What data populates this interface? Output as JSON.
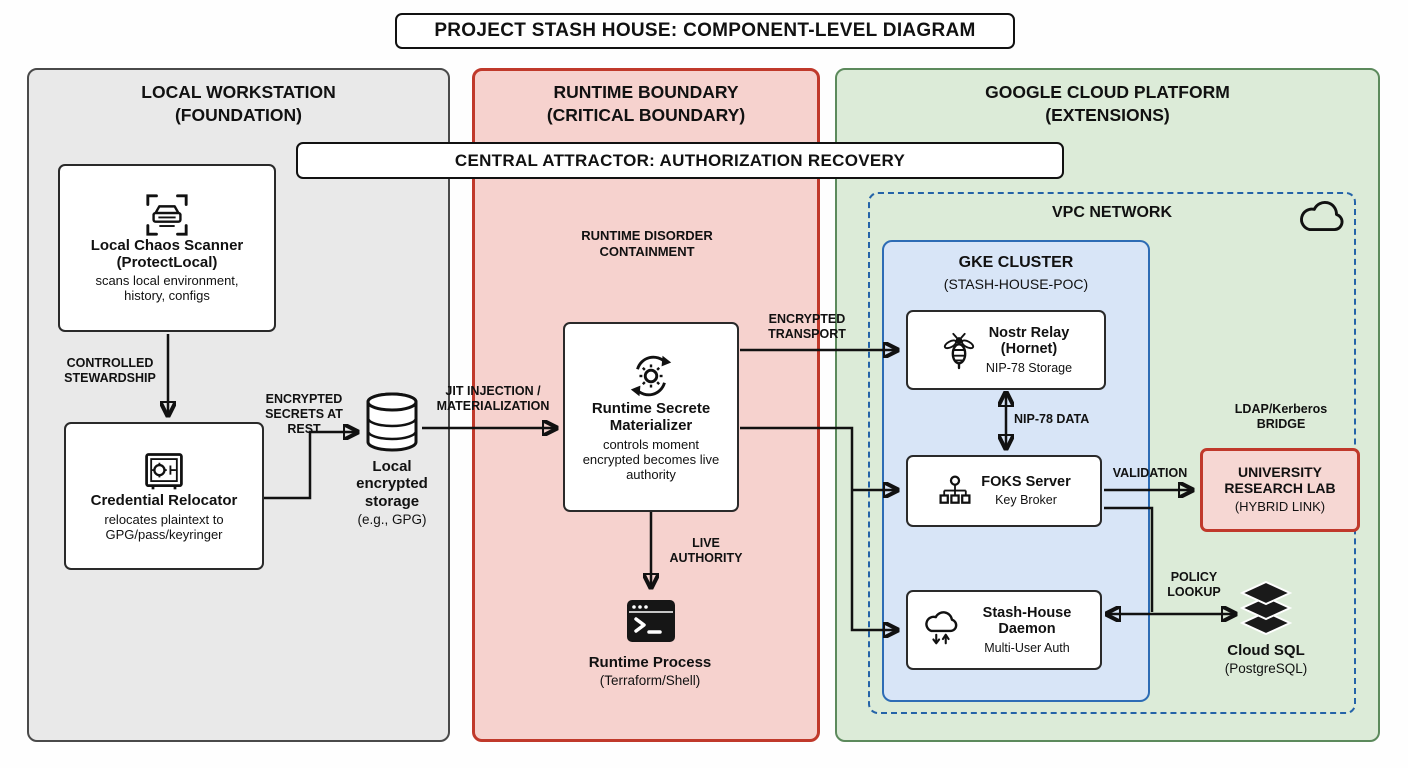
{
  "title": "PROJECT STASH HOUSE: COMPONENT-LEVEL DIAGRAM",
  "banner": "CENTRAL ATTRACTOR: AUTHORIZATION RECOVERY",
  "local": {
    "heading": "LOCAL WORKSTATION",
    "heading2": "(FOUNDATION)",
    "scanner_title": "Local Chaos Scanner",
    "scanner_title2": "(ProtectLocal)",
    "scanner_desc": "scans local environment, history, configs",
    "stewardship_label": "CONTROLLED STEWARDSHIP",
    "relocator_title": "Credential Relocator",
    "relocator_desc": "relocates plaintext to GPG/pass/keyringer",
    "at_rest_label": "ENCRYPTED SECRETS AT REST",
    "storage_title": "Local encrypted storage",
    "storage_sub": "(e.g., GPG)"
  },
  "runtime": {
    "heading": "RUNTIME BOUNDARY",
    "heading2": "(CRITICAL BOUNDARY)",
    "containment_label": "RUNTIME DISORDER CONTAINMENT",
    "jit_label": "JIT INJECTION / MATERIALIZATION",
    "materializer_title": "Runtime Secrete Materializer",
    "materializer_desc": "controls moment encrypted becomes live authority",
    "transport_label": "ENCRYPTED TRANSPORT",
    "live_label": "LIVE AUTHORITY",
    "process_title": "Runtime Process",
    "process_sub": "(Terraform/Shell)"
  },
  "gcp": {
    "heading": "GOOGLE CLOUD PLATFORM",
    "heading2": "(EXTENSIONS)",
    "vpc_label": "VPC NETWORK",
    "gke_title": "GKE CLUSTER",
    "gke_sub": "(STASH-HOUSE-POC)",
    "nostr_title": "Nostr Relay",
    "nostr_title2": "(Hornet)",
    "nostr_desc": "NIP-78 Storage",
    "nip78_label": "NIP-78 DATA",
    "foks_title": "FOKS Server",
    "foks_desc": "Key Broker",
    "daemon_title": "Stash-House Daemon",
    "daemon_desc": "Multi-User Auth",
    "ldap_label": "LDAP/Kerberos BRIDGE",
    "university_title": "UNIVERSITY RESEARCH LAB",
    "university_sub": "(HYBRID LINK)",
    "validation_label": "VALIDATION",
    "policy_label": "POLICY LOOKUP",
    "cloudsql_title": "Cloud SQL",
    "cloudsql_sub": "(PostgreSQL)"
  }
}
